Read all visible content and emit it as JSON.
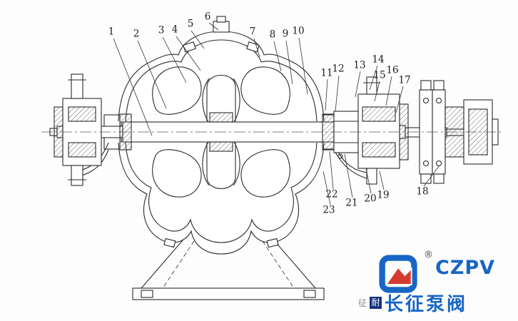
{
  "diagram": {
    "callouts": [
      "1",
      "2",
      "3",
      "4",
      "5",
      "6",
      "7",
      "8",
      "9",
      "10",
      "11",
      "12",
      "13",
      "14",
      "15",
      "16",
      "17",
      "18",
      "19",
      "20",
      "21",
      "22",
      "23"
    ]
  },
  "logo": {
    "brand": "CZPV",
    "registered": "®",
    "company": "长征泵阀",
    "seal_char_1": "征",
    "seal_char_2": "耐",
    "colors": {
      "blue": "#1766c6",
      "red": "#d63a2f",
      "navy": "#16317d"
    }
  }
}
